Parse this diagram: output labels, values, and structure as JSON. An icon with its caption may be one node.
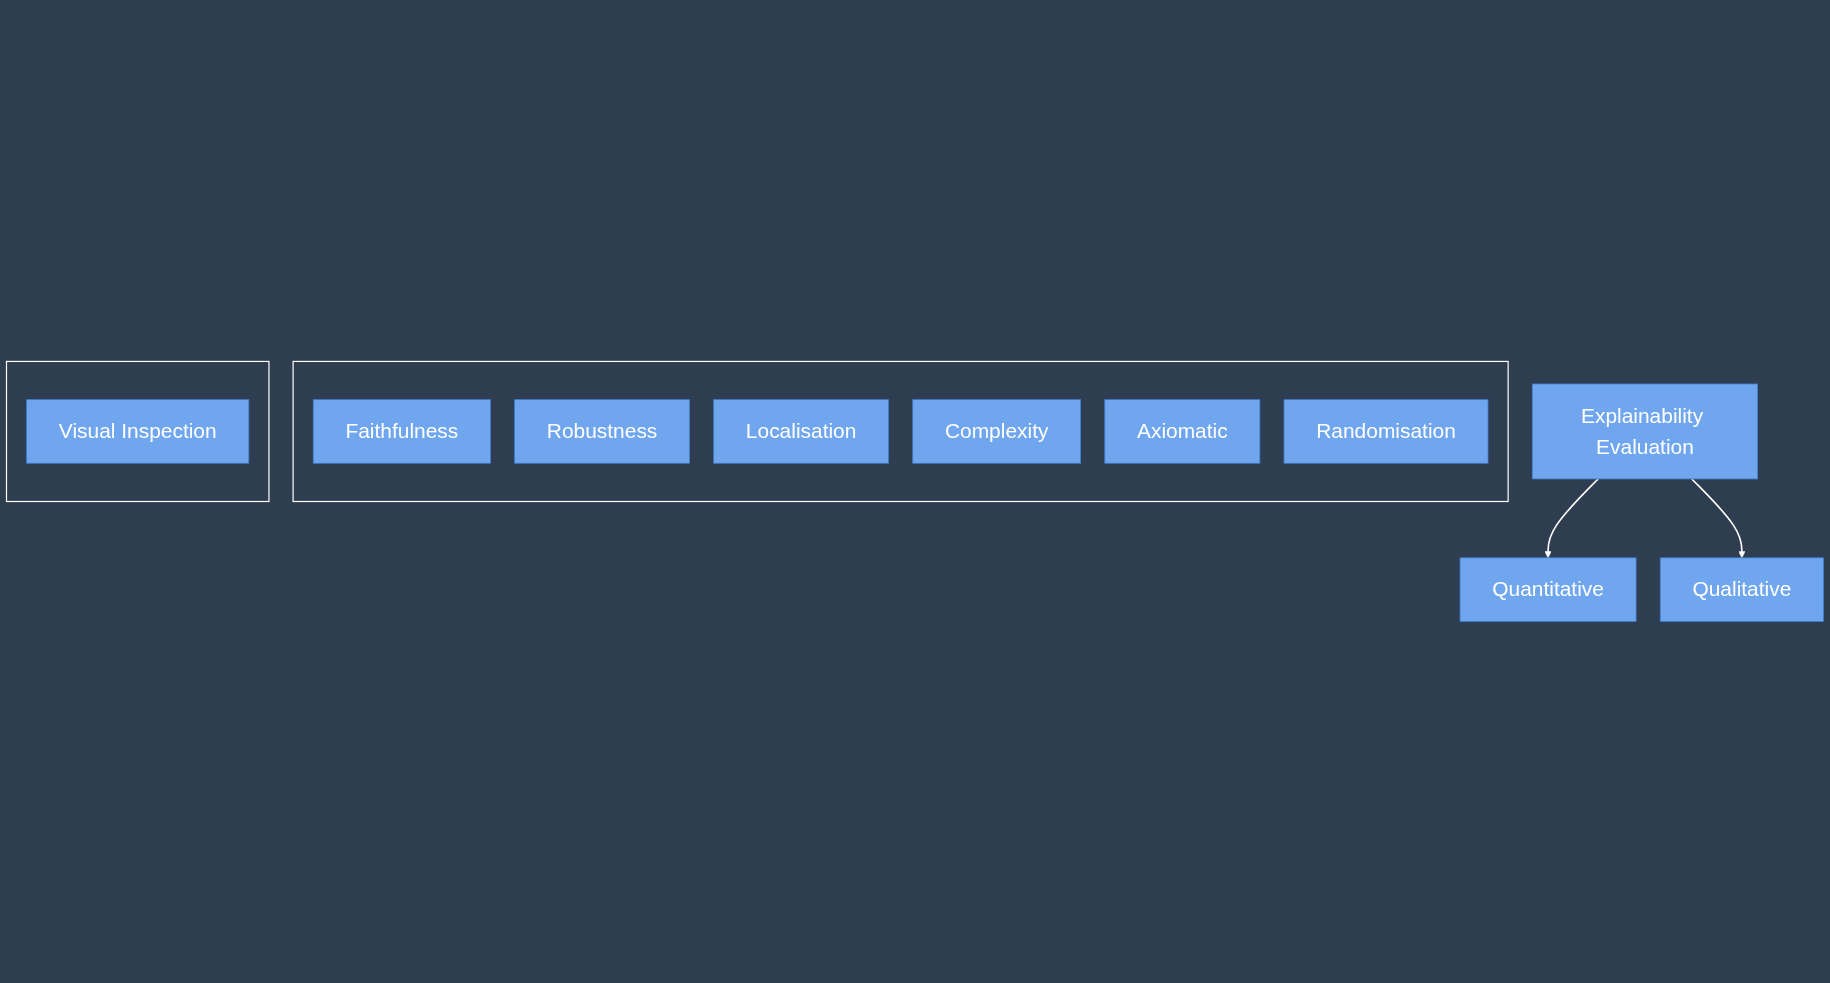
{
  "diagram": {
    "nodes": [
      {
        "text": [
          "Explainability Evaluation"
        ]
      },
      {
        "text": [
          "Quantitative"
        ]
      },
      {
        "text": [
          "Qualitative"
        ]
      },
      {
        "text": [],
        "shape": "box"
      },
      {
        "text": [
          "Faithfulness"
        ],
        "in": 3
      },
      {
        "text": [
          "Robustness"
        ],
        "in": 3
      },
      {
        "text": [
          "Localisation"
        ],
        "in": 3
      },
      {
        "text": [
          "Complexity"
        ],
        "in": 3
      },
      {
        "text": [
          "Axiomatic"
        ],
        "in": 3
      },
      {
        "text": [
          "Randomisation"
        ],
        "in": 3
      },
      {
        "text": [],
        "shape": "box"
      },
      {
        "text": [
          "Visual Inspection"
        ],
        "in": 10
      }
    ],
    "edges": [
      {
        "from": 0,
        "to": 1,
        "arrow": "to"
      },
      {
        "from": 0,
        "to": 2,
        "arrow": "to"
      }
    ]
  }
}
